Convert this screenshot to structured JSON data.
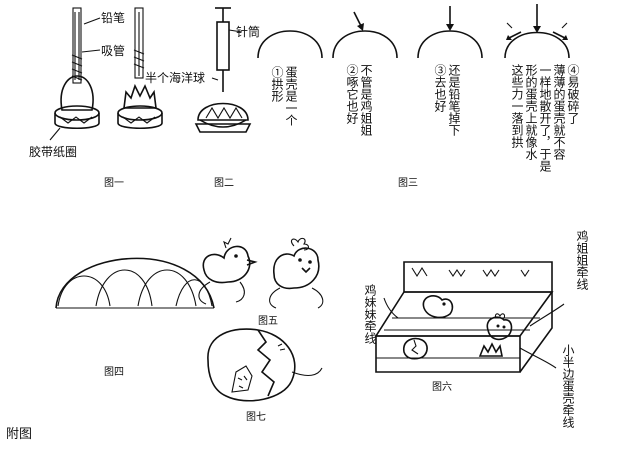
{
  "labels": {
    "pencil": "铅笔",
    "straw": "吸管",
    "tape_ring": "胶带纸圈",
    "syringe": "针筒",
    "half_ball": "半个海洋球",
    "sister_line": "鸡妹妹牵线",
    "brother_line": "鸡姐姐牵线",
    "half_shell_line": "小半边蛋壳牵线"
  },
  "captions": {
    "fig1": "图一",
    "fig2": "图二",
    "fig3": "图三",
    "fig4": "图四",
    "fig5": "图五",
    "fig6": "图六",
    "fig7": "图七",
    "appendix": "附图"
  },
  "steps": {
    "s1": [
      "①拱形",
      "蛋壳是一个"
    ],
    "s2": [
      "②啄它也好",
      "不管是鸡姐姐"
    ],
    "s3": [
      "③去也好",
      "还是铅笔掉下"
    ],
    "s4": [
      "④易破碎了",
      "薄薄的蛋壳就不容",
      "一样地散开了，于是",
      "形的蛋壳上就像水",
      "这些力一落到拱"
    ]
  }
}
